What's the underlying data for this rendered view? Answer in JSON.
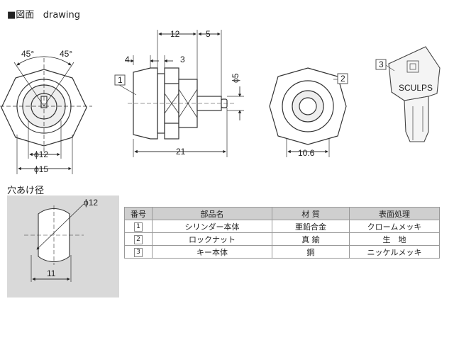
{
  "header": {
    "marker": "■",
    "title": "図面",
    "subtitle": "drawing"
  },
  "dims": {
    "angle_left": "45°",
    "angle_right": "45°",
    "d12": "ϕ12",
    "d15": "ϕ15",
    "w12": "12",
    "w5": "5",
    "w4": "4",
    "w3": "3",
    "d5": "ϕ5",
    "w21": "21",
    "w106": "10.6",
    "hole_d12": "ϕ12",
    "hole_w11": "11"
  },
  "callouts": {
    "c1": "1",
    "c2": "2",
    "c3": "3"
  },
  "key_brand": "SCULPS",
  "hole_section": {
    "title": "穴あけ径"
  },
  "table": {
    "headers": [
      "番号",
      "部品名",
      "材 質",
      "表面処理"
    ],
    "rows": [
      {
        "no": "1",
        "name": "シリンダー本体",
        "material": "亜鉛合金",
        "finish": "クロームメッキ"
      },
      {
        "no": "2",
        "name": "ロックナット",
        "material": "真 鍮",
        "finish": "生　地"
      },
      {
        "no": "3",
        "name": "キー本体",
        "material": "鋼",
        "finish": "ニッケルメッキ"
      }
    ]
  }
}
